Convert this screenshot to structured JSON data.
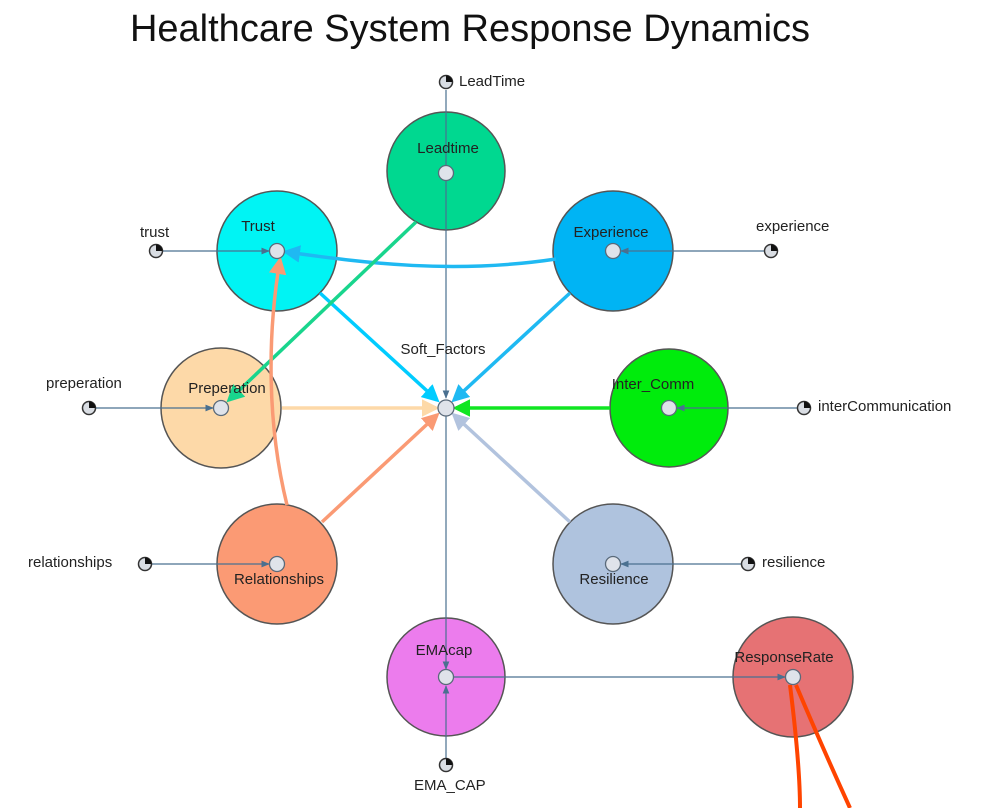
{
  "title": "Healthcare System Response Dynamics",
  "center": {
    "label": "Soft_Factors"
  },
  "stocks": {
    "leadtime": {
      "label": "Leadtime",
      "color": "#00d890"
    },
    "trust": {
      "label": "Trust",
      "color": "#00f4f4"
    },
    "experience": {
      "label": "Experience",
      "color": "#00b4f4"
    },
    "preperation": {
      "label": "Preperation",
      "color": "#fdd9a8"
    },
    "inter_comm": {
      "label": "Inter_Comm",
      "color": "#00ec0c"
    },
    "relationships": {
      "label": "Relationships",
      "color": "#fb9a74"
    },
    "resilience": {
      "label": "Resilience",
      "color": "#afc3de"
    },
    "emacap": {
      "label": "EMAcap",
      "color": "#ec7ced"
    },
    "responserate": {
      "label": "ResponseRate",
      "color": "#e67274"
    }
  },
  "inputs": {
    "leadtime": "LeadTime",
    "trust": "trust",
    "experience": "experience",
    "preperation": "preperation",
    "intercommunication": "interCommunication",
    "relationships": "relationships",
    "resilience": "resilience",
    "ema_cap": "EMA_CAP"
  },
  "link_colors": {
    "trust_link": "#00ccff",
    "experience_link": "#1fb9f2",
    "leadtime_link": "#19d58d",
    "preperation_link": "#fdd9a8",
    "intercomm_link": "#10e622",
    "relationships_link": "#fa9a74",
    "resilience_link": "#b2c3de",
    "response_link": "#ff4400",
    "thin_link": "#4a7090"
  }
}
